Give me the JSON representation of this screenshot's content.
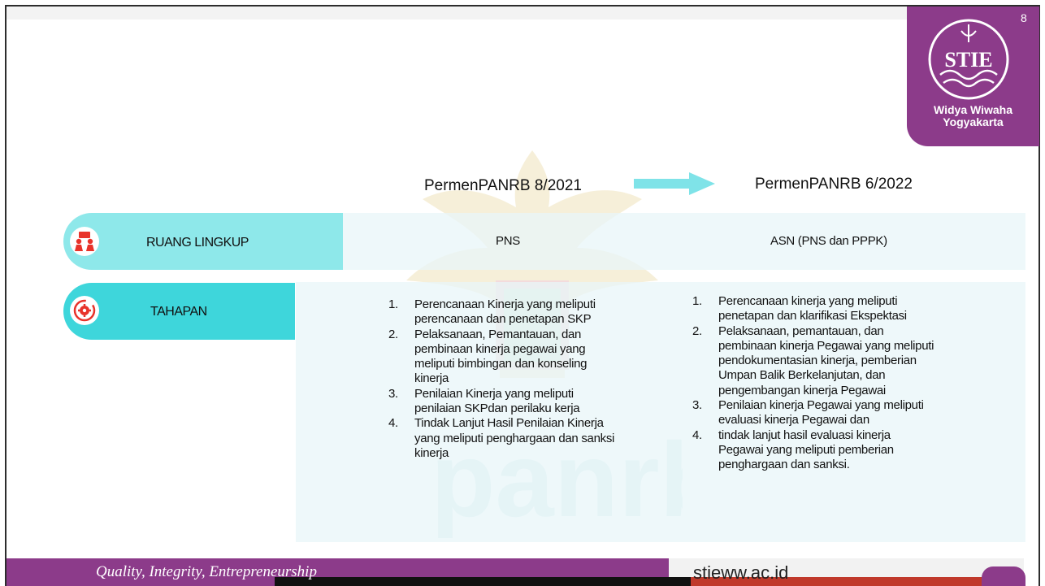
{
  "slide": {
    "page_number": "8"
  },
  "logo": {
    "initials": "STIE",
    "line1": "Widya Wiwaha",
    "line2": "Yogyakarta"
  },
  "headers": {
    "col1": "PermenPANRB 8/2021",
    "col2": "PermenPANRB 6/2022"
  },
  "rows": [
    {
      "label": "RUANG LINGKUP",
      "icon": "people-meeting-icon",
      "col1": "PNS",
      "col2": "ASN (PNS dan PPPK)"
    },
    {
      "label": "TAHAPAN",
      "icon": "gear-cycle-icon",
      "col1_items": [
        {
          "num": "1.",
          "lines": [
            "Perencanaan Kinerja yang meliputi",
            "perencanaan dan penetapan SKP"
          ]
        },
        {
          "num": "2.",
          "lines": [
            "Pelaksanaan, Pemantauan, dan",
            "pembinaan kinerja pegawai yang",
            "meliputi bimbingan dan konseling",
            "kinerja"
          ]
        },
        {
          "num": "3.",
          "lines": [
            "Penilaian Kinerja yang meliputi",
            "penilaian SKPdan perilaku kerja"
          ]
        },
        {
          "num": "4.",
          "lines": [
            "Tindak Lanjut Hasil Penilaian Kinerja",
            "yang meliputi penghargaan dan sanksi",
            "kinerja"
          ]
        }
      ],
      "col2_items": [
        {
          "num": "1.",
          "lines": [
            "Perencanaan kinerja yang meliputi",
            "penetapan dan klarifikasi  Ekspektasi"
          ]
        },
        {
          "num": "2.",
          "lines": [
            "Pelaksanaan, pemantauan, dan",
            "pembinaan kinerja Pegawai yang meliputi",
            "pendokumentasian kinerja, pemberian",
            "Umpan Balik Berkelanjutan, dan",
            "pengembangan kinerja Pegawai"
          ]
        },
        {
          "num": "3.",
          "lines": [
            "Penilaian kinerja Pegawai yang meliputi",
            "evaluasi kinerja Pegawai dan"
          ]
        },
        {
          "num": "4.",
          "lines": [
            "tindak lanjut hasil evaluasi kinerja",
            "Pegawai yang meliputi pemberian",
            "penghargaan dan sanksi."
          ]
        }
      ]
    }
  ],
  "footer": {
    "tagline": "Quality, Integrity, Entrepreneurship",
    "url": "stieww.ac.id"
  },
  "colors": {
    "purple": "#8c3b8a",
    "cyan_light": "#8ee8ea",
    "cyan": "#3ed6db",
    "red": "#e8332a",
    "arrow": "#7fe3e8"
  }
}
